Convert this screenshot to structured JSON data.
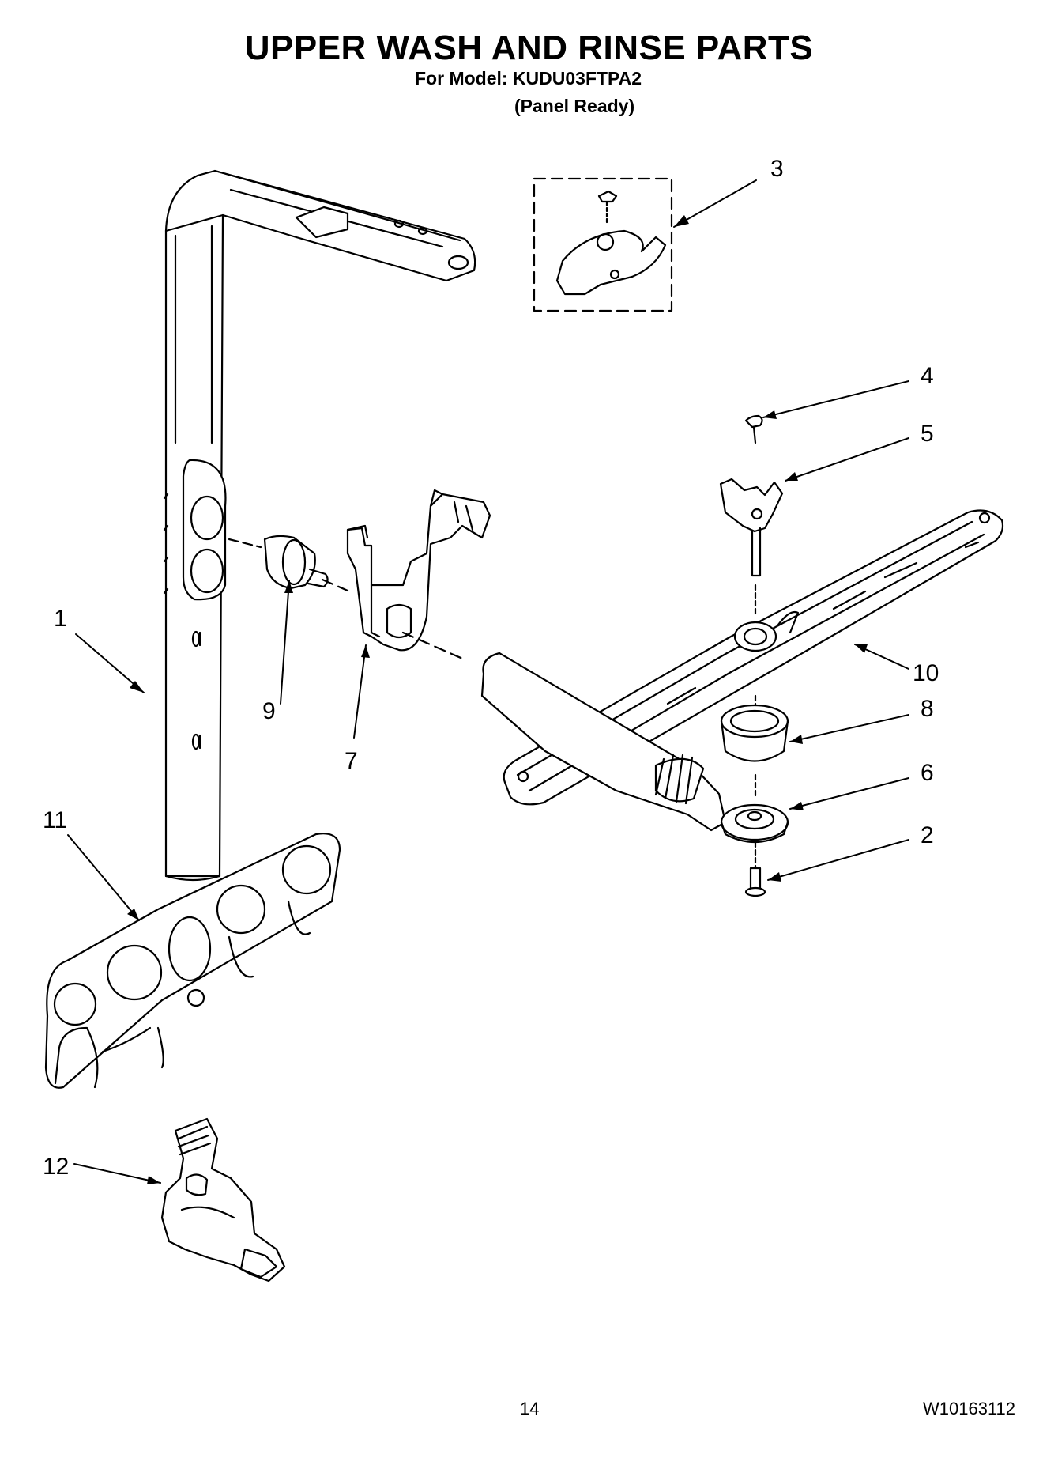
{
  "header": {
    "title": "UPPER WASH AND RINSE PARTS",
    "model_line": "For Model: KUDU03FTPA2",
    "variant_line": "(Panel Ready)"
  },
  "callouts": [
    "1",
    "2",
    "3",
    "4",
    "5",
    "6",
    "7",
    "8",
    "9",
    "10",
    "11",
    "12"
  ],
  "footer": {
    "page_number": "14",
    "document_number": "W10163112"
  }
}
